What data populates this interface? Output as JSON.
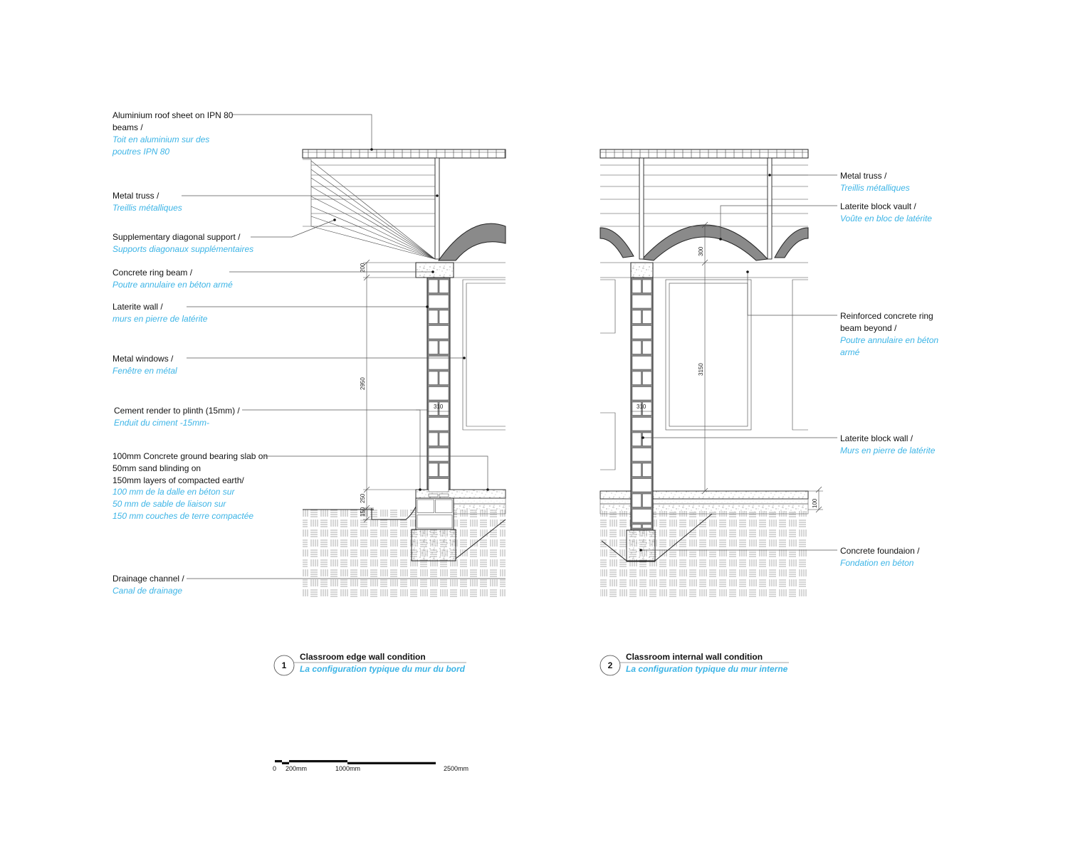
{
  "section_1": {
    "number": "1",
    "title": "Classroom edge wall condition",
    "title_fr": "La configuration typique du mur du bord",
    "labels": {
      "roof": {
        "en": [
          "Aluminium roof sheet on IPN 80",
          "beams /"
        ],
        "fr": [
          "Toit en aluminium sur des",
          "poutres IPN 80"
        ]
      },
      "truss": {
        "en": [
          "Metal truss /"
        ],
        "fr": [
          "Treillis métalliques"
        ]
      },
      "diagonal": {
        "en": [
          "Supplementary diagonal support /"
        ],
        "fr": [
          "Supports diagonaux supplémentaires"
        ]
      },
      "ring_beam": {
        "en": [
          "Concrete ring beam /"
        ],
        "fr": [
          "Poutre annulaire en béton armé"
        ]
      },
      "laterite_wall": {
        "en": [
          "Laterite wall /"
        ],
        "fr": [
          "murs en pierre de latérite"
        ]
      },
      "windows": {
        "en": [
          "Metal windows /"
        ],
        "fr": [
          "Fenêtre en métal"
        ]
      },
      "render": {
        "en": [
          "Cement render to plinth (15mm) /"
        ],
        "fr": [
          "Enduit du ciment -15mm-"
        ]
      },
      "slab": {
        "en": [
          "100mm Concrete ground bearing slab on",
          "50mm sand blinding on",
          "150mm layers of compacted earth/"
        ],
        "fr": [
          "100 mm de la dalle en béton sur",
          "50 mm  de sable de liaison sur",
          "150 mm couches de terre compactée"
        ]
      },
      "drainage": {
        "en": [
          "Drainage channel /"
        ],
        "fr": [
          "Canal de drainage"
        ]
      }
    },
    "dimensions": {
      "ring_beam": "200",
      "wall_height": "2950",
      "plinth": "250",
      "channel": "150",
      "wall_width": "310"
    }
  },
  "section_2": {
    "number": "2",
    "title": "Classroom internal wall condition",
    "title_fr": "La configuration typique du mur interne",
    "labels": {
      "truss": {
        "en": [
          "Metal truss /"
        ],
        "fr": [
          "Treillis métalliques"
        ]
      },
      "vault": {
        "en": [
          "Laterite block vault /"
        ],
        "fr": [
          "Voûte en bloc de latérite"
        ]
      },
      "ring_beam": {
        "en": [
          "Reinforced concrete ring",
          "beam beyond /"
        ],
        "fr": [
          "Poutre annulaire en béton",
          "armé"
        ]
      },
      "block_wall": {
        "en": [
          "Laterite block wall /"
        ],
        "fr": [
          "Murs en pierre de latérite"
        ]
      },
      "foundation": {
        "en": [
          "Concrete foundaion /"
        ],
        "fr": [
          "Fondation en béton"
        ]
      }
    },
    "dimensions": {
      "vault": "300",
      "wall_height": "3150",
      "wall_width": "310",
      "slab": "100"
    }
  },
  "scale_bar": {
    "labels": [
      "0",
      "200mm",
      "1000mm",
      "2500mm"
    ]
  },
  "colors": {
    "french_text": "#3cb4e6",
    "linework": "#222222"
  }
}
